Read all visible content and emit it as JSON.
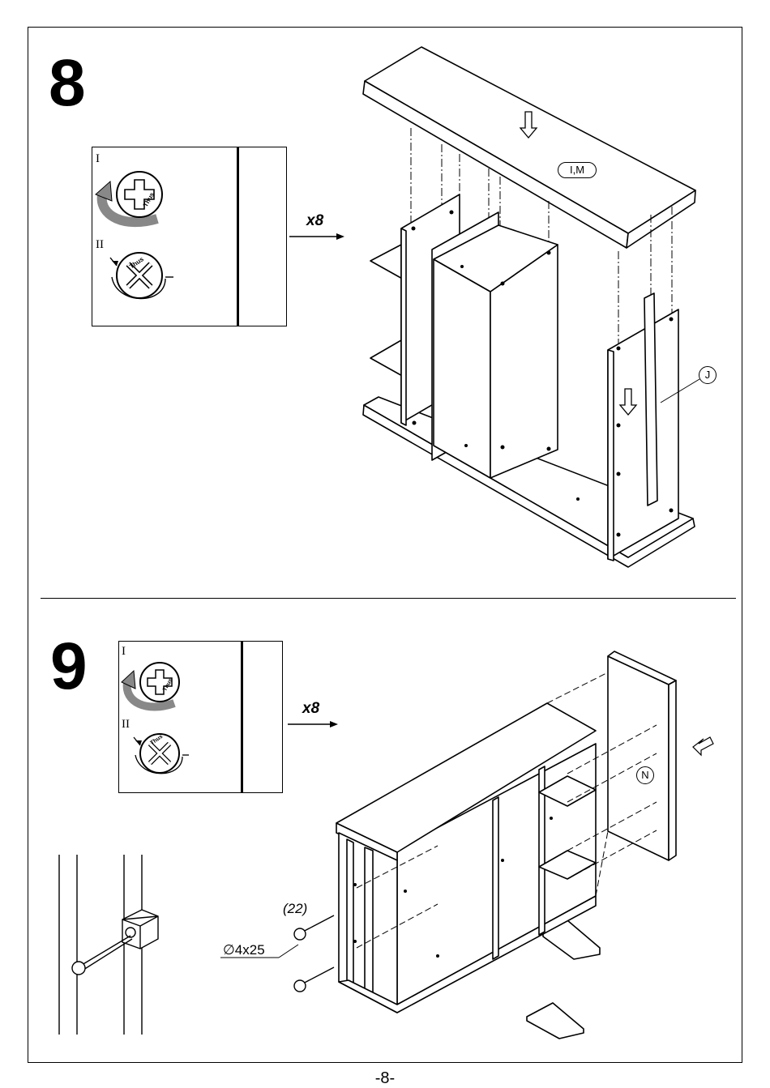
{
  "steps": [
    {
      "number": "8",
      "tool": {
        "stage_1": "I",
        "stage_2": "II",
        "brand": "Thus"
      },
      "quantity": "x8",
      "part_labels": [
        "I,M",
        "J"
      ]
    },
    {
      "number": "9",
      "tool": {
        "stage_1": "I",
        "stage_2": "II",
        "brand": "Thus"
      },
      "quantity": "x8",
      "part_labels": [
        "N"
      ],
      "hardware": {
        "ref": "(22)",
        "size": "∅4x25"
      }
    }
  ],
  "footer": {
    "page": "-8-"
  }
}
